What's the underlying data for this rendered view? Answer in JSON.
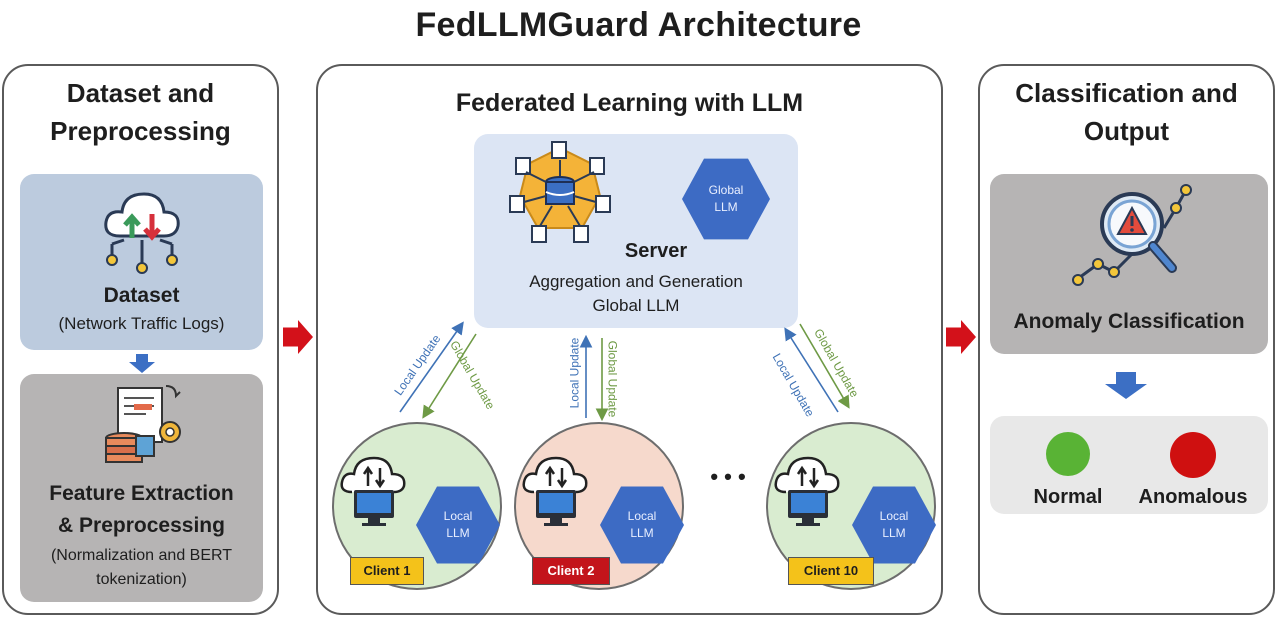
{
  "title": "FedLLMGuard Architecture",
  "left_panel": {
    "title_line1": "Dataset and",
    "title_line2": "Preprocessing",
    "dataset_title": "Dataset",
    "dataset_subtitle": "(Network Traffic Logs)",
    "feature_title_line1": "Feature Extraction",
    "feature_title_line2": "& Preprocessing",
    "feature_subtitle_line1": "(Normalization and BERT",
    "feature_subtitle_line2": "tokenization)"
  },
  "middle_panel": {
    "title": "Federated Learning with LLM",
    "server_title": "Server",
    "server_desc_line1": "Aggregation and Generation",
    "server_desc_line2": "Global LLM",
    "global_llm_line1": "Global",
    "global_llm_line2": "LLM",
    "local_update": "Local Update",
    "global_update": "Global Update",
    "ellipsis": "• • •",
    "clients": [
      {
        "label": "Client 1",
        "llm_line1": "Local",
        "llm_line2": "LLM",
        "color": "#d9ecd0",
        "tag_color": "#f4c21a",
        "tag_text_color": "#1e1e1e"
      },
      {
        "label": "Client 2",
        "llm_line1": "Local",
        "llm_line2": "LLM",
        "color": "#f6d9cc",
        "tag_color": "#c3141b",
        "tag_text_color": "#ffffff"
      },
      {
        "label": "Client 10",
        "llm_line1": "Local",
        "llm_line2": "LLM",
        "color": "#d9ecd0",
        "tag_color": "#f4c21a",
        "tag_text_color": "#1e1e1e"
      }
    ]
  },
  "right_panel": {
    "title_line1": "Classification and",
    "title_line2": "Output",
    "anomaly_label": "Anomaly Classification",
    "normal_label": "Normal",
    "anomalous_label": "Anomalous",
    "normal_color": "#59b335",
    "anomalous_color": "#cf1010"
  },
  "colors": {
    "flow_arrow": "#d3111a",
    "local_update_arrow": "#3f72b6",
    "global_update_arrow": "#6e9a45",
    "hexagon": "#3d6bc4"
  }
}
